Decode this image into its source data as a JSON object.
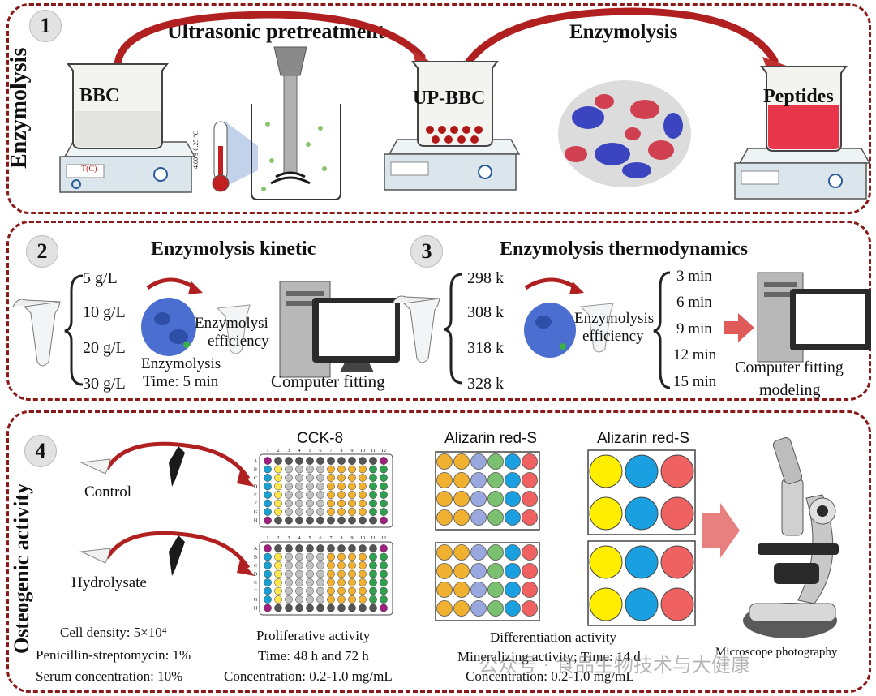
{
  "panel1": {
    "number": "1",
    "side_label": "Enzymolysis",
    "step_ultrasonic": "Ultrasonic pretreatment",
    "step_enzymolysis": "Enzymolysis",
    "beaker_bbc": "BBC",
    "beaker_upbbc": "UP-BBC",
    "beaker_peptides": "Peptides",
    "stirrer_display": "T(C)",
    "thermo_text": "4.00 ± 0.25 °C"
  },
  "panel2": {
    "number": "2",
    "title": "Enzymolysis kinetic",
    "concentrations": [
      "5 g/L",
      "10 g/L",
      "20 g/L",
      "30 g/L"
    ],
    "efficiency": [
      "Enzymolysi",
      "efficiency"
    ],
    "enzymolysis": "Enzymolysis",
    "time": "Time: 5 min",
    "computer": "Computer fitting"
  },
  "panel3": {
    "number": "3",
    "title": "Enzymolysis thermodynamics",
    "temperatures": [
      "298 k",
      "308 k",
      "318 k",
      "328 k"
    ],
    "efficiency": [
      "Enzymolysis",
      "efficiency"
    ],
    "times": [
      "3 min",
      "6 min",
      "9 min",
      "12 min",
      "15 min"
    ],
    "computer": [
      "Computer fitting",
      "modeling"
    ]
  },
  "panel4": {
    "number": "4",
    "side_label": "Osteogenic activity",
    "control": "Control",
    "hydrolysate": "Hydrolysate",
    "cck8": "CCK-8",
    "alizarin_1": "Alizarin red-S",
    "alizarin_2": "Alizarin red-S",
    "plate_cols": [
      "1",
      "2",
      "3",
      "4",
      "5",
      "6",
      "7",
      "8",
      "9",
      "10",
      "11",
      "12"
    ],
    "plate_rows": [
      "A",
      "B",
      "C",
      "D",
      "E",
      "F",
      "G",
      "H"
    ],
    "cell_info": [
      "Cell density: 5×10⁴",
      "Penicillin-streptomycin: 1%",
      "Serum concentration: 10%"
    ],
    "prolif_info": [
      "Proliferative activity",
      "Time: 48 h and 72 h",
      "Concentration: 0.2-1.0 mg/mL"
    ],
    "diff_info": [
      "Differentiation activity",
      "Mineralizing activity; Time: 14 d",
      "Concentration: 0.2-1.0 mg/mL"
    ],
    "microscope": "Microscope photography",
    "watermark": "公众号 · 食品生物技术与大健康"
  },
  "colors": {
    "border": "#8b1a1a",
    "arrow": "#c0392b",
    "protein": "#4a6fd1",
    "well_yellow": "#ffee00",
    "well_blue": "#1aa0e0",
    "well_red": "#f06262"
  }
}
